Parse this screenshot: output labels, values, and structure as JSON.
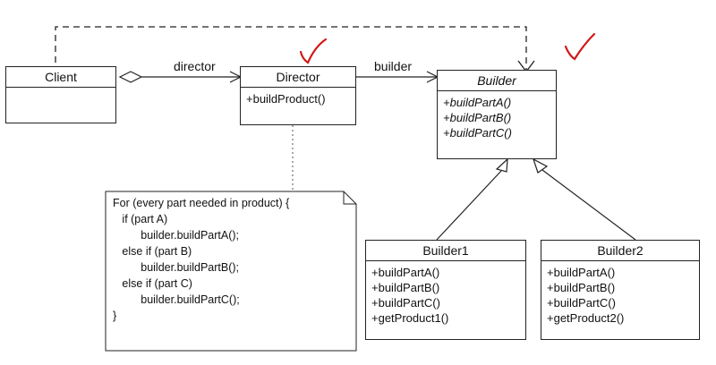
{
  "client": {
    "title": "Client"
  },
  "director": {
    "title": "Director",
    "methods": [
      "+buildProduct()"
    ]
  },
  "builder": {
    "title": "Builder",
    "methods": [
      "+buildPartA()",
      "+buildPartB()",
      "+buildPartC()"
    ]
  },
  "builder1": {
    "title": "Builder1",
    "methods": [
      "+buildPartA()",
      "+buildPartB()",
      "+buildPartC()",
      "+getProduct1()"
    ]
  },
  "builder2": {
    "title": "Builder2",
    "methods": [
      "+buildPartA()",
      "+buildPartB()",
      "+buildPartC()",
      "+getProduct2()"
    ]
  },
  "associations": {
    "director_label": "director",
    "builder_label": "builder"
  },
  "note": {
    "lines": [
      "For (every part needed in product) {",
      "   if (part A)",
      "         builder.buildPartA();",
      "   else if (part B)",
      "         builder.buildPartB();",
      "   else if (part C)",
      "         builder.buildPartC();",
      "}"
    ]
  },
  "annotation_color": "#d01818"
}
